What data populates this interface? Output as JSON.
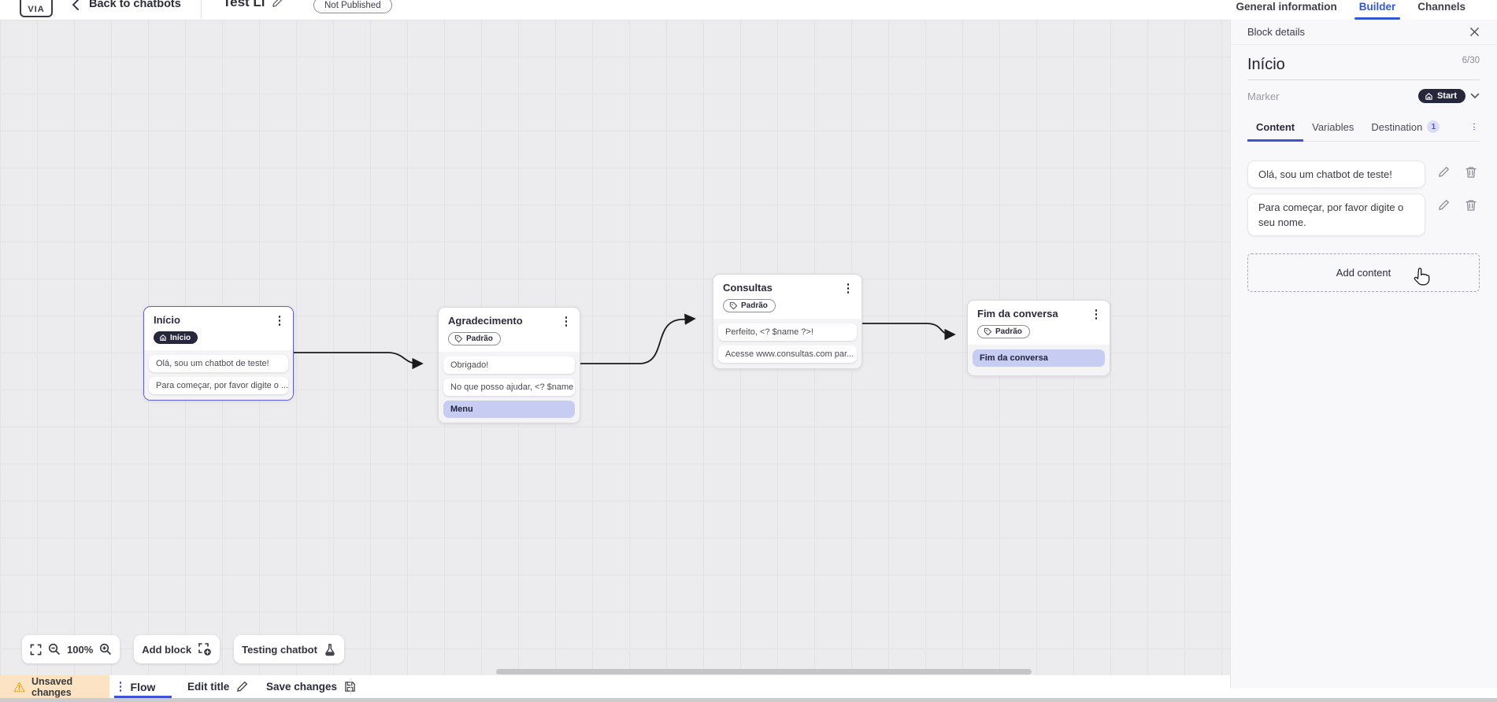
{
  "topbar": {
    "logo_text": "VIA",
    "back_label": "Back to chatbots",
    "title": "Test Li",
    "status_badge": "Not Published",
    "tabs": [
      {
        "label": "General information"
      },
      {
        "label": "Builder"
      },
      {
        "label": "Channels"
      }
    ]
  },
  "canvas": {
    "blocks": [
      {
        "title": "Início",
        "badge": "Início",
        "items": [
          {
            "text": "Olá, sou um chatbot de teste!"
          },
          {
            "text": "Para começar, por favor digite o ..."
          }
        ]
      },
      {
        "title": "Agradecimento",
        "badge": "Padrão",
        "items": [
          {
            "text": "Obrigado!"
          },
          {
            "text": "No que posso ajudar, <? $name ..."
          },
          {
            "text": "Menu"
          }
        ]
      },
      {
        "title": "Consultas",
        "badge": "Padrão",
        "items": [
          {
            "text": "Perfeito, <? $name ?>!"
          },
          {
            "text": "Acesse www.consultas.com par..."
          }
        ]
      },
      {
        "title": "Fim da conversa",
        "badge": "Padrão",
        "items": [
          {
            "text": "Fim da conversa"
          }
        ]
      }
    ],
    "controls": {
      "zoom_level": "100%",
      "add_block_label": "Add block",
      "testing_label": "Testing chatbot"
    }
  },
  "panel": {
    "header": "Block details",
    "block_name": "Início",
    "char_counter": "6/30",
    "marker_label": "Marker",
    "marker_value": "Start",
    "tabs": [
      {
        "label": "Content"
      },
      {
        "label": "Variables"
      },
      {
        "label": "Destination",
        "badge": "1"
      }
    ],
    "contents": [
      {
        "text": "Olá, sou um chatbot de teste!"
      },
      {
        "text": "Para começar, por favor digite o seu nome."
      }
    ],
    "add_content_label": "Add content"
  },
  "bottombar": {
    "unsaved_label": "Unsaved changes",
    "flow_tab": "Flow",
    "edit_title_label": "Edit title",
    "save_label": "Save changes"
  },
  "colors": {
    "accent_blue": "#3358d4",
    "underline_blue": "#3f51d6",
    "badge_dark": "#26263c",
    "selected_border": "#5a5fd7",
    "highlight_lavender": "#c6ccf2",
    "unsaved_bg": "#fbe3c3",
    "canvas_bg": "#ececee",
    "panel_bg": "#f8f8fb"
  }
}
